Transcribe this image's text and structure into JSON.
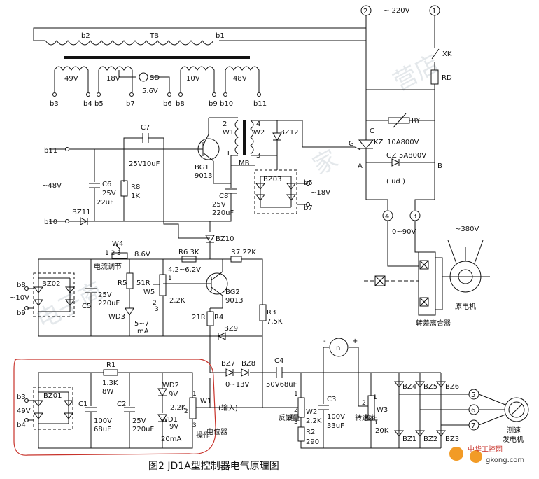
{
  "watermark": {
    "text1": "家",
    "text2": "营店",
    "text3": "电子商",
    "logo_cn": "中华工控网",
    "logo_url": "gkong.com"
  },
  "terminals": {
    "t1": "1",
    "t2": "2",
    "t3": "3",
    "t4": "4",
    "t5": "5",
    "t6": "6",
    "t7": "7",
    "mains": "~ 220V"
  },
  "transformer": {
    "name": "TB",
    "b1": "b1",
    "b2": "b2",
    "taps": [
      "49V",
      "18V",
      "SD",
      "5.6V",
      "10V",
      "48V"
    ],
    "pins": [
      "b3",
      "b4",
      "b5",
      "b7",
      "b6",
      "b8",
      "b9",
      "b10",
      "b11"
    ]
  },
  "switch": {
    "name": "XK",
    "fuse": "RD",
    "ry": "RY"
  },
  "pulse_transformer": {
    "w1": "W1",
    "w2": "W2",
    "name": "MB",
    "n1": "2",
    "n2": "1",
    "n3": "4",
    "n4": "3",
    "d": "BZ12"
  },
  "scr": {
    "name": "KZ",
    "rating": "10A800V",
    "g": "G",
    "c": "C",
    "a": "A",
    "b": "B",
    "gz": "GZ",
    "gz_rating": "5A800V",
    "ud": "( ud )"
  },
  "output_label": "0~90V",
  "motor": {
    "supply": "~380V",
    "name": "原电机",
    "clutch": "转差离合器"
  },
  "left_top": {
    "b11": "b11",
    "b10": "b10",
    "v48": "~48V",
    "c6": "C6",
    "c6v": "25V",
    "c6c": "22uF",
    "r8": "R8",
    "r8v": "1K",
    "bz11": "BZ11",
    "c7": "C7",
    "c7v": "25V10uF",
    "bg1": "BG1",
    "bg1m": "9013",
    "c8": "C8",
    "c8v": "25V",
    "c8c": "220uF",
    "bz03": "BZ03",
    "b5": "b5",
    "b7": "b7",
    "v18": "~18V"
  },
  "mid": {
    "bz10": "BZ10",
    "w4": "W4",
    "w4pins": "1 2 3",
    "i_adj": "电流调节",
    "v86": "8.6V",
    "r6": "R6 3K",
    "r7": "R7 22K",
    "range": "4.2~6.2V",
    "bz02": "BZ02",
    "b8": "b8",
    "b9": "b9",
    "v10": "~10V",
    "c5": "C5",
    "c5v": "25V",
    "c5c": "220uF",
    "r5": "R5",
    "r5v": "51R",
    "w5": "W5",
    "w5v": "2.2K",
    "w5p": "1",
    "w5p2": "2",
    "w5p3": "3",
    "wd3": "WD3",
    "wd3v": "5~7",
    "wd3i": "mA",
    "bg2": "BG2",
    "bg2m": "9013",
    "r4": "21R",
    "r4n": "R4",
    "r3": "R3",
    "r3v": "7.5K",
    "bz9": "BZ9"
  },
  "bottom": {
    "bz7": "BZ7",
    "bz8": "BZ8",
    "v013": "0~13V",
    "c4": "C4",
    "c4v": "50V68uF",
    "bz01": "BZ01",
    "b3": "b3",
    "b4": "b4",
    "v49": "49V",
    "r1": "R1",
    "r1v": "1.3K",
    "r1w": "8W",
    "c1": "C1",
    "c1v": "100V",
    "c1c": "68uF",
    "c2": "C2",
    "c2v": "25V",
    "c2c": "220uF",
    "wd2": "WD2",
    "wd2v": "9V",
    "wd1": "WD1",
    "wd1v": "9V",
    "wd1i": "20mA",
    "w1": "W1",
    "w1v": "2.2K",
    "w1p1": "1",
    "w1p2": "2",
    "w1p3": "3",
    "pot": "电位器",
    "op": "操作",
    "input": "(输入)",
    "w2": "W2",
    "w2v": "2.2K",
    "w2p1": "1",
    "w2p2": "2",
    "w2p3": "3",
    "fb": "反馈量",
    "fb_adj": "调",
    "r2": "R2",
    "r2v": "290",
    "c3": "C3",
    "c3v": "100V",
    "c3c": "33uF",
    "meter": "n",
    "plus": "+",
    "minus": "-",
    "w3": "W3",
    "w3v": "20K",
    "w3p1": "1",
    "w3p2": "2",
    "w3p3": "3",
    "spd": "转速表",
    "cal": "校正",
    "bz4": "BZ4",
    "bz5": "BZ5",
    "bz6": "BZ6",
    "bz1": "BZ1",
    "bz2": "BZ2",
    "bz3": "BZ3",
    "tach": "测速",
    "tach2": "发电机"
  },
  "caption": "图2  JD1A型控制器电气原理图"
}
